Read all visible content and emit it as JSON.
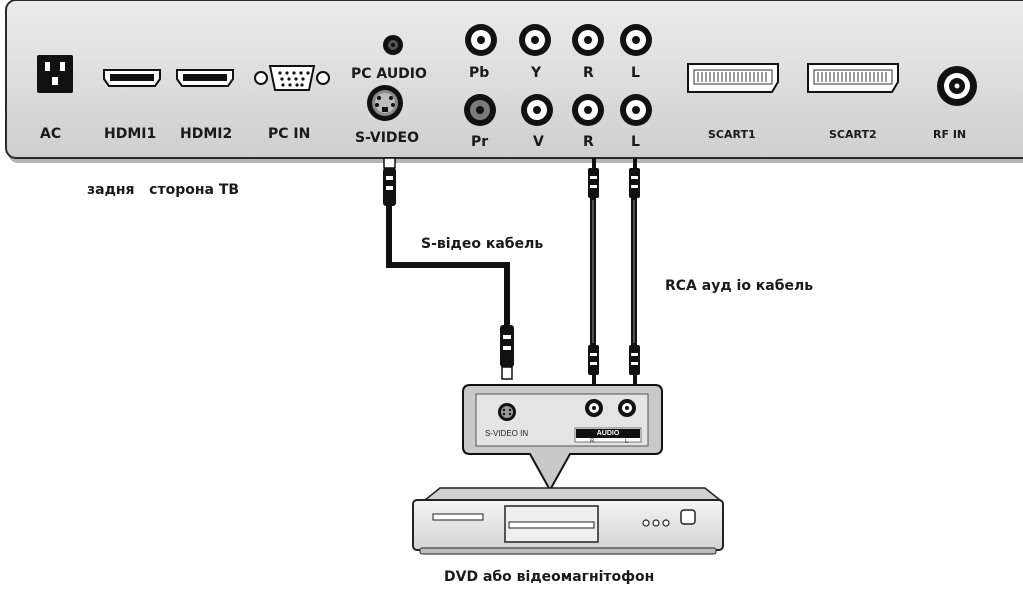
{
  "tv_panel": {
    "caption": "задня   сторона ТВ",
    "ports": {
      "ac": "AC",
      "hdmi1": "HDMI1",
      "hdmi2": "HDMI2",
      "pc_in": "PC  IN",
      "pc_audio": "PC AUDIO",
      "s_video": "S-VIDEO",
      "pb": "Pb",
      "y": "Y",
      "r_top": "R",
      "l_top": "L",
      "pr": "Pr",
      "v": "V",
      "r_bottom": "R",
      "l_bottom": "L",
      "scart1": "SCART1",
      "scart2": "SCART2",
      "rf_in": "RF IN"
    }
  },
  "cables": {
    "s_video_cable": "S-відео кабель",
    "rca_audio_cable": "RCA ауд іо кабель"
  },
  "device_box": {
    "s_video_in": "S-VIDEO IN",
    "audio_header": "AUDIO",
    "audio_r": "R",
    "audio_l": "L"
  },
  "device": {
    "caption": "DVD або відеомагнітофон"
  },
  "colors": {
    "panel_fill": "#d9d9d9",
    "panel_stroke": "#2a2a2a",
    "cable": "#111111"
  }
}
